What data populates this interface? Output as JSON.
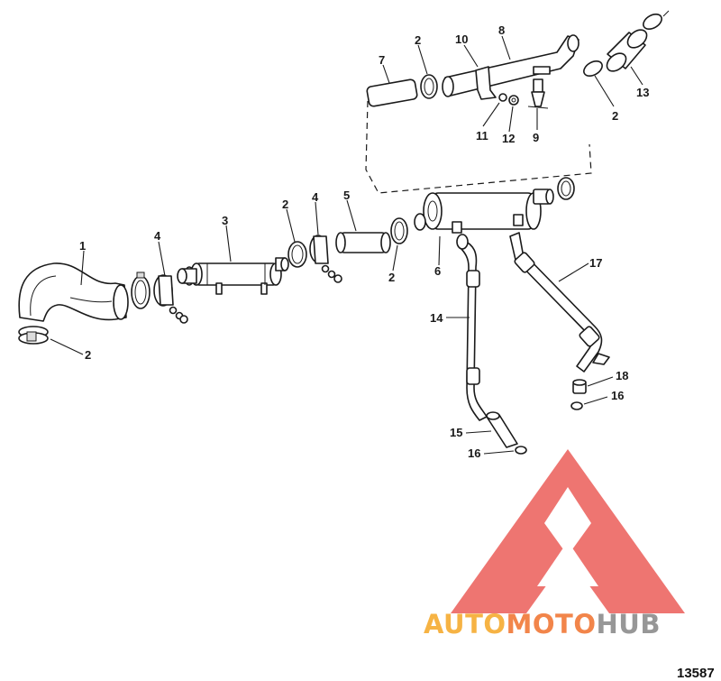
{
  "callouts": {
    "c1": "1",
    "c2a": "2",
    "c2b": "2",
    "c2c": "2",
    "c2d": "2",
    "c2e": "2",
    "c3": "3",
    "c4a": "4",
    "c4b": "4",
    "c5": "5",
    "c6": "6",
    "c7": "7",
    "c8": "8",
    "c9": "9",
    "c10": "10",
    "c11": "11",
    "c12": "12",
    "c13": "13",
    "c14": "14",
    "c15": "15",
    "c16a": "16",
    "c16b": "16",
    "c17": "17",
    "c18": "18"
  },
  "figure_number": "13587",
  "watermark": {
    "part1": "AUTO",
    "part2": "MOTO",
    "part3": "HUB",
    "colors": {
      "logo_red": "#e8403a",
      "auto_orange": "#f5a623",
      "moto_orange": "#f0702a",
      "hub_gray": "#8c8c8c"
    }
  }
}
